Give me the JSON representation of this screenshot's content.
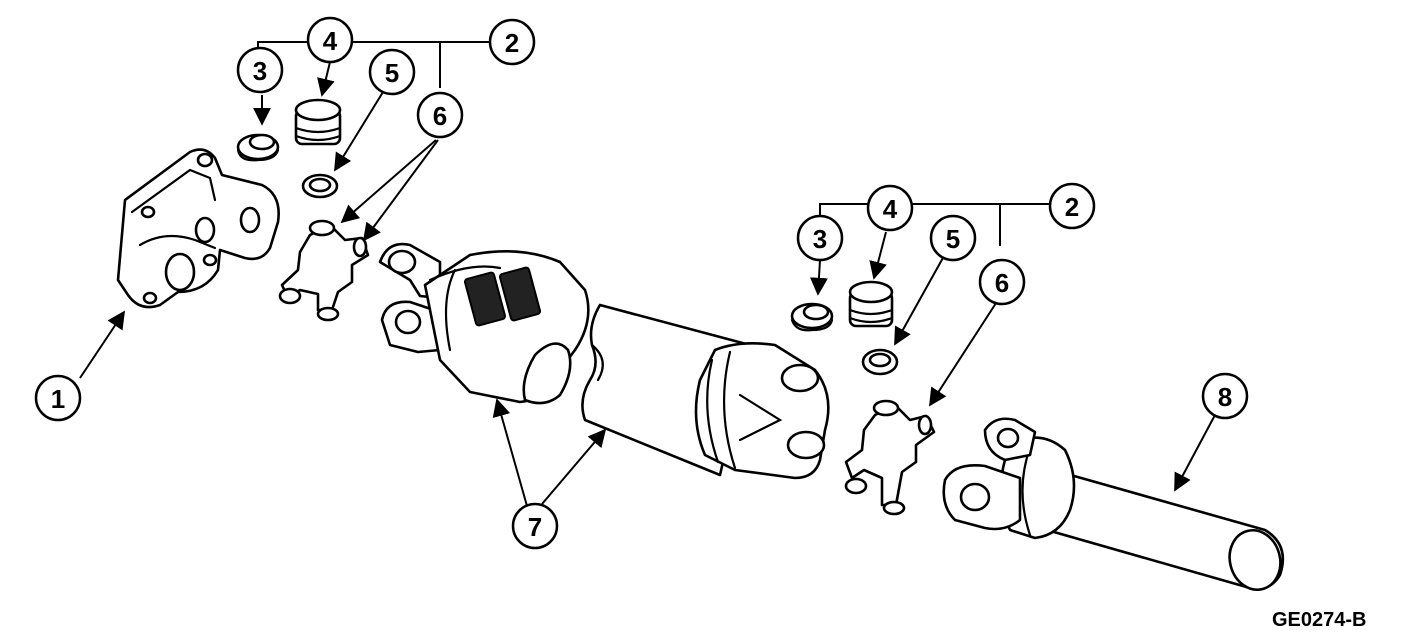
{
  "figure_id": "GE0274-B",
  "callouts": {
    "c1": "1",
    "c2a": "2",
    "c3a": "3",
    "c4a": "4",
    "c5a": "5",
    "c6a": "6",
    "c2b": "2",
    "c3b": "3",
    "c4b": "4",
    "c5b": "5",
    "c6b": "6",
    "c7": "7",
    "c8": "8"
  }
}
